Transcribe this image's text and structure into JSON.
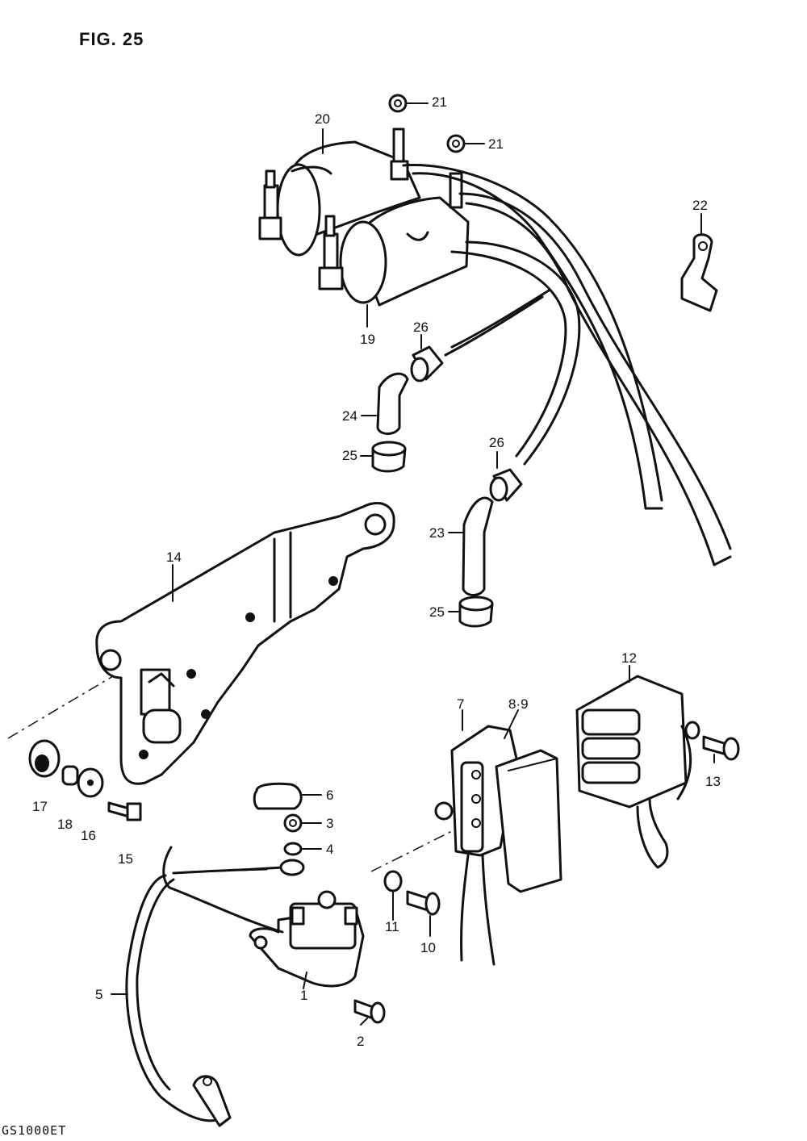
{
  "figure": {
    "title": "FIG. 25",
    "model_code": "GS1000ET"
  },
  "callouts": [
    {
      "id": "p1",
      "label": "1"
    },
    {
      "id": "p2",
      "label": "2"
    },
    {
      "id": "p3",
      "label": "3"
    },
    {
      "id": "p4",
      "label": "4"
    },
    {
      "id": "p5",
      "label": "5"
    },
    {
      "id": "p6",
      "label": "6"
    },
    {
      "id": "p7",
      "label": "7"
    },
    {
      "id": "p89",
      "label": "8·9"
    },
    {
      "id": "p10",
      "label": "10"
    },
    {
      "id": "p11",
      "label": "11"
    },
    {
      "id": "p12",
      "label": "12"
    },
    {
      "id": "p13",
      "label": "13"
    },
    {
      "id": "p14",
      "label": "14"
    },
    {
      "id": "p15",
      "label": "15"
    },
    {
      "id": "p16",
      "label": "16"
    },
    {
      "id": "p17",
      "label": "17"
    },
    {
      "id": "p18",
      "label": "18"
    },
    {
      "id": "p19",
      "label": "19"
    },
    {
      "id": "p20",
      "label": "20"
    },
    {
      "id": "p21a",
      "label": "21"
    },
    {
      "id": "p21b",
      "label": "21"
    },
    {
      "id": "p22",
      "label": "22"
    },
    {
      "id": "p23",
      "label": "23"
    },
    {
      "id": "p24",
      "label": "24"
    },
    {
      "id": "p25a",
      "label": "25"
    },
    {
      "id": "p25b",
      "label": "25"
    },
    {
      "id": "p26a",
      "label": "26"
    },
    {
      "id": "p26b",
      "label": "26"
    }
  ]
}
